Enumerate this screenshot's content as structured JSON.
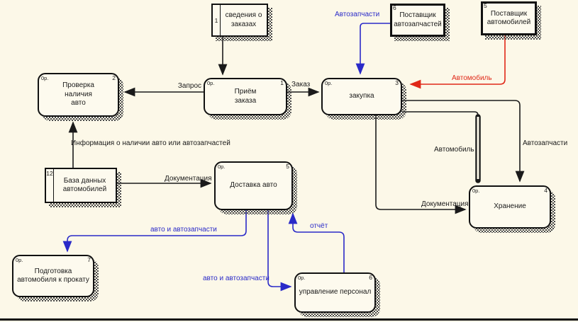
{
  "diagram": {
    "type": "data-flow-diagram",
    "language": "ru",
    "colors": {
      "background": "#fcf8e8",
      "line": "#1a1a1a",
      "blue_flow": "#2a2ac8",
      "red_flow": "#e02818",
      "box_fill": "#fdfaee"
    }
  },
  "nodes": {
    "store_orders": {
      "number": "1",
      "label": "сведения о заказах"
    },
    "ext_parts_supplier": {
      "number": "6",
      "label": "Поставщик автозапчастей"
    },
    "ext_car_supplier": {
      "number": "5",
      "label": "Поставщик автомобилей"
    },
    "proc_check": {
      "cost": "0р.",
      "number": "2",
      "label": "Проверка наличия авто"
    },
    "proc_order": {
      "cost": "0р.",
      "number": "1",
      "label": "Приём заказа"
    },
    "proc_purchase": {
      "cost": "0р.",
      "number": "3",
      "label": "закупка"
    },
    "store_db": {
      "number": "12",
      "label": "База данных автомобилей"
    },
    "proc_delivery": {
      "cost": "0р.",
      "number": "5",
      "label": "Доставка авто"
    },
    "proc_storage": {
      "cost": "0р.",
      "number": "4",
      "label": "Хранение"
    },
    "proc_prepare": {
      "cost": "0р.",
      "number": "7",
      "label": "Подготовка автомобиля к прокату"
    },
    "proc_staff": {
      "cost": "0р.",
      "number": "6",
      "label": "управление персонал"
    }
  },
  "flows": {
    "request": "Запрос",
    "order": "Заказ",
    "parts_supply": "Автозапчасти",
    "car_supply": "Автомобиль",
    "availability_info": "Информация о наличии авто или автозапчастей",
    "docs_to_delivery": "Документация",
    "docs_to_storage": "Документация",
    "car_to_storage": "Автомобиль",
    "parts_to_storage": "Автозапчасти",
    "cars_parts_to_prepare": "авто и автозапчасти",
    "cars_parts_to_staff": "авто и автозапчасти",
    "report": "отчёт"
  }
}
